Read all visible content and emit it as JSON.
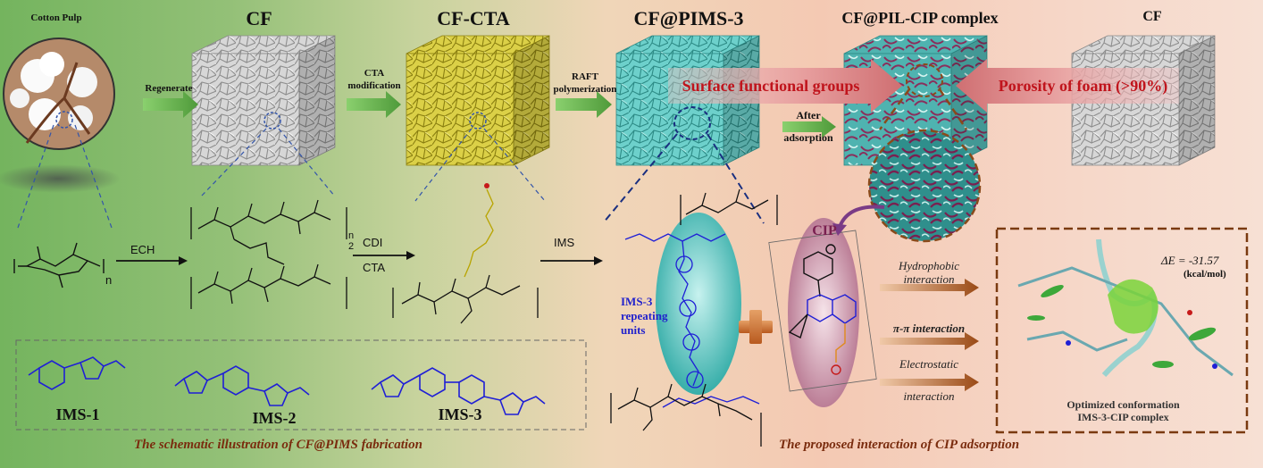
{
  "titles": {
    "cotton_pulp": "Cotton Pulp",
    "cf": "CF",
    "cf_cta": "CF-CTA",
    "cf_pims3": "CF@PIMS-3",
    "cf_pil_cip": "CF@PIL-CIP complex",
    "cf_right": "CF"
  },
  "arrows": {
    "regenerate": "Regenerate",
    "cta_line1": "CTA",
    "cta_line2": "modification",
    "raft_line1": "RAFT",
    "raft_line2": "polymerization",
    "after_line1": "After",
    "after_line2": "adsorption"
  },
  "banners": {
    "surface": "Surface functional groups",
    "porosity": "Porosity of foam (>90%)"
  },
  "reaction": {
    "ech": "ECH",
    "cdi": "CDI",
    "cta": "CTA",
    "ims": "IMS",
    "n": "n",
    "n2": "n",
    "frac_den": "2"
  },
  "ims3_label": {
    "line1": "IMS-3",
    "line2": "repeating",
    "line3": "units"
  },
  "monomers": [
    "IMS-1",
    "IMS-2",
    "IMS-3"
  ],
  "cip": "CIP",
  "interactions": {
    "hydrophobic_1": "Hydrophobic",
    "hydrophobic_2": "interaction",
    "pi_pi": "π-π interaction",
    "electro_1": "Electrostatic",
    "electro_2": "interaction"
  },
  "energy": {
    "label": "ΔE = -31.57",
    "unit": "(kcal/mol)"
  },
  "conformation": {
    "line1": "Optimized conformation",
    "line2": "IMS-3-CIP complex"
  },
  "captions": {
    "left": "The schematic illustration of CF@PIMS fabrication",
    "right": "The proposed interaction of CIP adsorption"
  },
  "colors": {
    "cf_gray": "#c9c9c9",
    "cta_yellow": "#d8cc3a",
    "pims_teal": "#5fc9c4",
    "ims_blue": "#1f1fd6",
    "banner_red": "#c0141c",
    "caption_brown": "#7a2c0e",
    "green_arrow": "#5ea84a",
    "brown_arrow": "#a0501e"
  }
}
